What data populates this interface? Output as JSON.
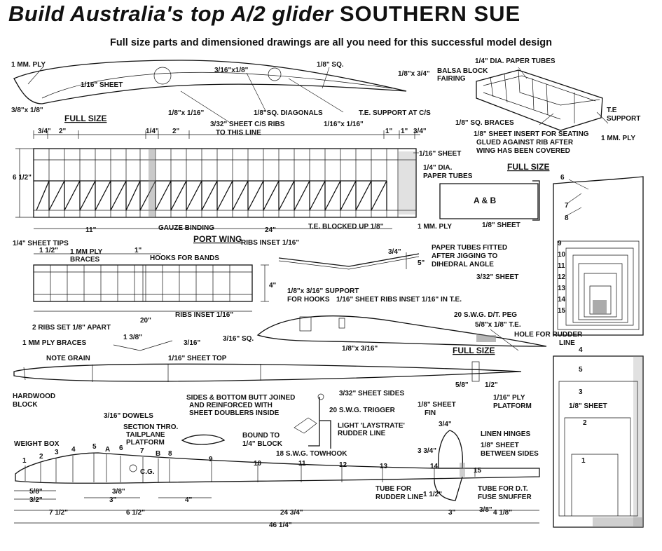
{
  "title": {
    "prefix": "Build Australia's top A/2 glider",
    "name": "SOUTHERN SUE"
  },
  "subtitle": "Full size parts and dimensioned drawings are all you need for this successful model design",
  "wing_rib": {
    "labels": [
      "1 MM. PLY",
      "3/16\"x1/8\"",
      "1/8\" SQ.",
      "1/16\" SHEET",
      "3/8\"x 1/8\"",
      "FULL SIZE",
      "1/8\"x 1/16\"",
      "1/8\"SQ. DIAGONALS",
      "3/32\" SHEET C/S RIBS",
      "TO THIS LINE",
      "1/16\"x 1/16\"",
      "T.E. SUPPORT AT C/S",
      "1/8\"x 3/4\"",
      "BALSA BLOCK",
      "FAIRING"
    ]
  },
  "centre_section": {
    "labels": [
      "1/4\" DIA. PAPER TUBES",
      "T.E",
      "SUPPORT",
      "1/8\" SQ. BRACES",
      "1/8\" SHEET INSERT FOR SEATING",
      "GLUED AGAINST RIB AFTER",
      "WING HAS BEEN COVERED",
      "1 MM. PLY"
    ]
  },
  "port_wing": {
    "dims": [
      "3/4\"",
      "2\"",
      "1/4\"",
      "2\"",
      "1\"",
      "1\"",
      "3/4\"",
      "6 1/2\"",
      "11\"",
      "24\""
    ],
    "labels": [
      "1/16\" SHEET",
      "1/4\" DIA.",
      "PAPER TUBES",
      "GAUZE BINDING",
      "T.E. BLOCKED UP 1/8\"",
      "1 MM. PLY",
      "PORT WING",
      "RIBS INSET 1/16\"",
      "1/4\" SHEET TIPS"
    ]
  },
  "tailplane": {
    "dims": [
      "1 1/2\"",
      "1\"",
      "4\"",
      "20\""
    ],
    "labels": [
      "1 MM PLY",
      "BRACES",
      "HOOKS FOR BANDS",
      "RIBS INSET 1/16\"",
      "2 RIBS SET 1/8\" APART"
    ]
  },
  "dihedral": {
    "dims": [
      "3/4\"",
      "5\""
    ],
    "labels": [
      "PAPER TUBES FITTED",
      "AFTER JIGGING TO",
      "DIHEDRAL ANGLE",
      "3/32\" SHEET"
    ]
  },
  "tail_rib": {
    "labels": [
      "1/8\"x 3/16\" SUPPORT",
      "FOR HOOKS",
      "1/16\" SHEET RIBS INSET 1/16\" IN T.E.",
      "20 S.W.G. D/T. PEG",
      "5/8\"x 1/8\" T.E.",
      "HOLE FOR RUDDER",
      "LINE",
      "3/16\" SQ.",
      "1/8\"x 3/16\"",
      "FULL SIZE",
      "1 MM PLY BRACES",
      "1 3/8\"",
      "3/16\""
    ]
  },
  "fuselage_top": {
    "labels": [
      "NOTE GRAIN",
      "1/16\" SHEET TOP",
      "HARDWOOD",
      "BLOCK",
      "3/32\" SHEET SIDES",
      "3/16\" DOWELS",
      "SIDES & BOTTOM BUTT JOINED",
      "AND REINFORCED WITH",
      "SHEET DOUBLERS INSIDE",
      "20 S.W.G. TRIGGER",
      "5/8\"",
      "1/2\"",
      "1/16\" PLY",
      "PLATFORM"
    ]
  },
  "fuselage_side": {
    "stations": [
      "1",
      "2",
      "3",
      "4",
      "5",
      "A",
      "6",
      "7",
      "B",
      "8",
      "9",
      "10",
      "11",
      "12",
      "13",
      "14",
      "15"
    ],
    "labels": [
      "WEIGHT BOX",
      "SECTION THRO.",
      "TAILPLANE",
      "PLATFORM",
      "BOUND TO",
      "1/4\" BLOCK",
      "LIGHT 'LAYSTRATE'",
      "RUDDER LINE",
      "18 S.W.G. TOWHOOK",
      "1/8\" SHEET",
      "FIN",
      "LINEN HINGES",
      "1/8\" SHEET",
      "BETWEEN SIDES",
      "TUBE FOR",
      "RUDDER LINE",
      "TUBE FOR D.T.",
      "FUSE SNUFFER",
      "C.G."
    ],
    "dims": [
      "5/8\"",
      "3/2\"",
      "3/8\"",
      "3\"",
      "4\"",
      "7 1/2\"",
      "6 1/2\"",
      "24 3/4\"",
      "3\"",
      "3/8\"",
      "4 1/8\"",
      "46 1/4\"",
      "3/4\"",
      "3 3/4\"",
      "1 1/2\""
    ]
  },
  "formers_a": {
    "labels": [
      "FULL SIZE",
      "A & B",
      "1/8\" SHEET"
    ],
    "numbers": [
      "6",
      "7",
      "8",
      "9",
      "10",
      "11",
      "12",
      "13",
      "14",
      "15"
    ]
  },
  "formers_b": {
    "labels": [
      "1/8\" SHEET"
    ],
    "numbers": [
      "4",
      "5",
      "3",
      "2",
      "1"
    ]
  }
}
